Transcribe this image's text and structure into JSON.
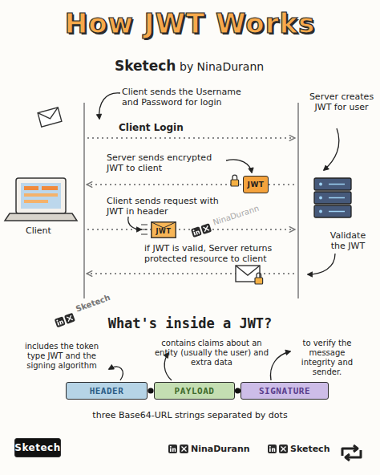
{
  "diagram": {
    "title": "How JWT Works",
    "nodes": [
      {
        "text": [
          "JWT"
        ]
      },
      {
        "text": [
          "JWT"
        ]
      },
      {
        "text": [
          "HEADER"
        ]
      },
      {
        "text": [
          "PAYLOAD"
        ]
      },
      {
        "text": [
          "SIGNATURE"
        ]
      },
      {
        "text": [
          "Sketech"
        ]
      }
    ],
    "labels": [
      "Sketech",
      "by NinaDurann",
      "Client sends the Username and Password for login",
      "Client Login",
      "Server creates JWT for user",
      "Server sends encrypted JWT to client",
      "Client",
      "Client sends request with JWT in header",
      "NinaDurann",
      "Validate the JWT",
      "if JWT is valid, Server returns protected resource to client",
      "Sketech",
      "What's inside a JWT?",
      "includes the token type JWT and the signing algorithm",
      "contains claims about an entity (usually the user) and extra data",
      "to verify the message integrity and sender.",
      "three Base64-URL strings separated by dots",
      "NinaDurann",
      "Sketech"
    ]
  }
}
